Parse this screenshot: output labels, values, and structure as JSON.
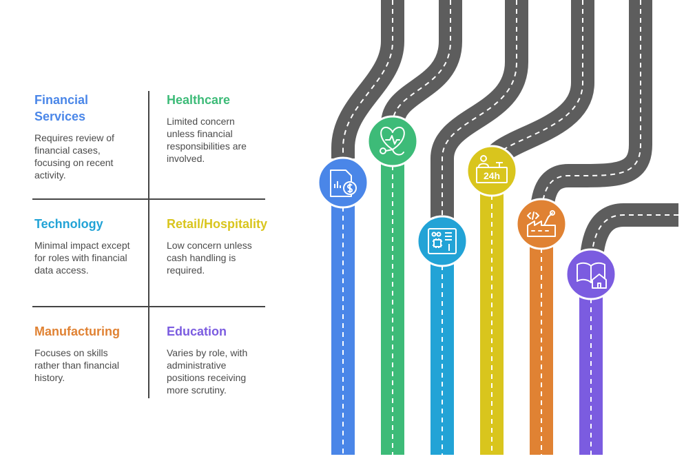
{
  "sectors": [
    {
      "key": "financial",
      "title": "Financial Services",
      "description": "Requires review of financial cases, focusing on recent activity.",
      "color": "#4a86e8",
      "icon": "document-dollar-icon"
    },
    {
      "key": "healthcare",
      "title": "Healthcare",
      "description": "Limited concern unless financial responsibilities are involved.",
      "color": "#3dbb78",
      "icon": "heart-stethoscope-icon"
    },
    {
      "key": "technology",
      "title": "Technology",
      "description": "Minimal impact except for roles with financial data access.",
      "color": "#22a3d6",
      "icon": "circuit-board-icon"
    },
    {
      "key": "retail",
      "title": "Retail/Hospitality",
      "description": "Low concern unless cash handling is required.",
      "color": "#d9c51d",
      "icon": "24h-service-desk-icon"
    },
    {
      "key": "manufacturing",
      "title": "Manufacturing",
      "description": "Focuses on skills rather than financial history.",
      "color": "#e08233",
      "icon": "factory-robot-arm-icon"
    },
    {
      "key": "education",
      "title": "Education",
      "description": "Varies by role, with administrative positions receiving more scrutiny.",
      "color": "#7b5ce0",
      "icon": "book-house-icon"
    }
  ],
  "icon_labels": {
    "retail": "24h"
  },
  "road_color": "#5d5d5d",
  "lane_color": "#ffffff"
}
